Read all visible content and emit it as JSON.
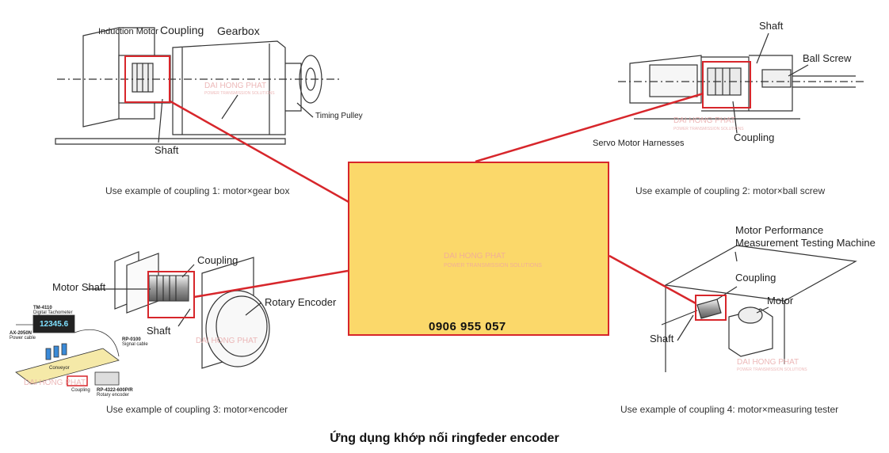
{
  "diagram1": {
    "labels": {
      "induction_motor": "Induction Motor",
      "coupling": "Coupling",
      "gearbox": "Gearbox",
      "shaft": "Shaft",
      "timing_pulley": "Timing Pulley"
    },
    "caption": "Use example of coupling 1: motor×gear box"
  },
  "diagram2": {
    "labels": {
      "shaft": "Shaft",
      "ball_screw": "Ball Screw",
      "servo_motor_harnesses": "Servo Motor Harnesses",
      "coupling": "Coupling"
    },
    "caption": "Use example of coupling 2: motor×ball screw"
  },
  "diagram3": {
    "labels": {
      "coupling": "Coupling",
      "motor_shaft": "Motor Shaft",
      "rotary_encoder": "Rotary Encoder",
      "shaft": "Shaft"
    },
    "inset": {
      "tachometer_model": "TM-4110",
      "tachometer_name": "Digital Tachometer",
      "display_value": "12345.6",
      "power_model": "AX-2050N",
      "power_name": "Power cable",
      "signal_model": "RP-0100",
      "signal_name": "Signal cable",
      "conveyor": "Conveyor",
      "coupling": "Coupling",
      "encoder_model": "RP-4322-600P/R",
      "encoder_name": "Rotary encoder"
    },
    "caption": "Use example of coupling 3: motor×encoder"
  },
  "diagram4": {
    "labels": {
      "testing_machine_line1": "Motor Performance",
      "testing_machine_line2": "Measurement Testing Machine",
      "coupling": "Coupling",
      "motor": "Motor",
      "shaft": "Shaft"
    },
    "caption": "Use example of coupling 4: motor×measuring tester"
  },
  "center": {
    "phone": "0906 955 057"
  },
  "watermark": {
    "brand": "DAI HONG PHAT",
    "tagline": "POWER TRANSMISSION SOLUTIONS"
  },
  "title": "Ứng dụng khớp nối ringfeder encoder",
  "colors": {
    "accent_red": "#d7262b",
    "center_bg": "#fbd86a"
  }
}
